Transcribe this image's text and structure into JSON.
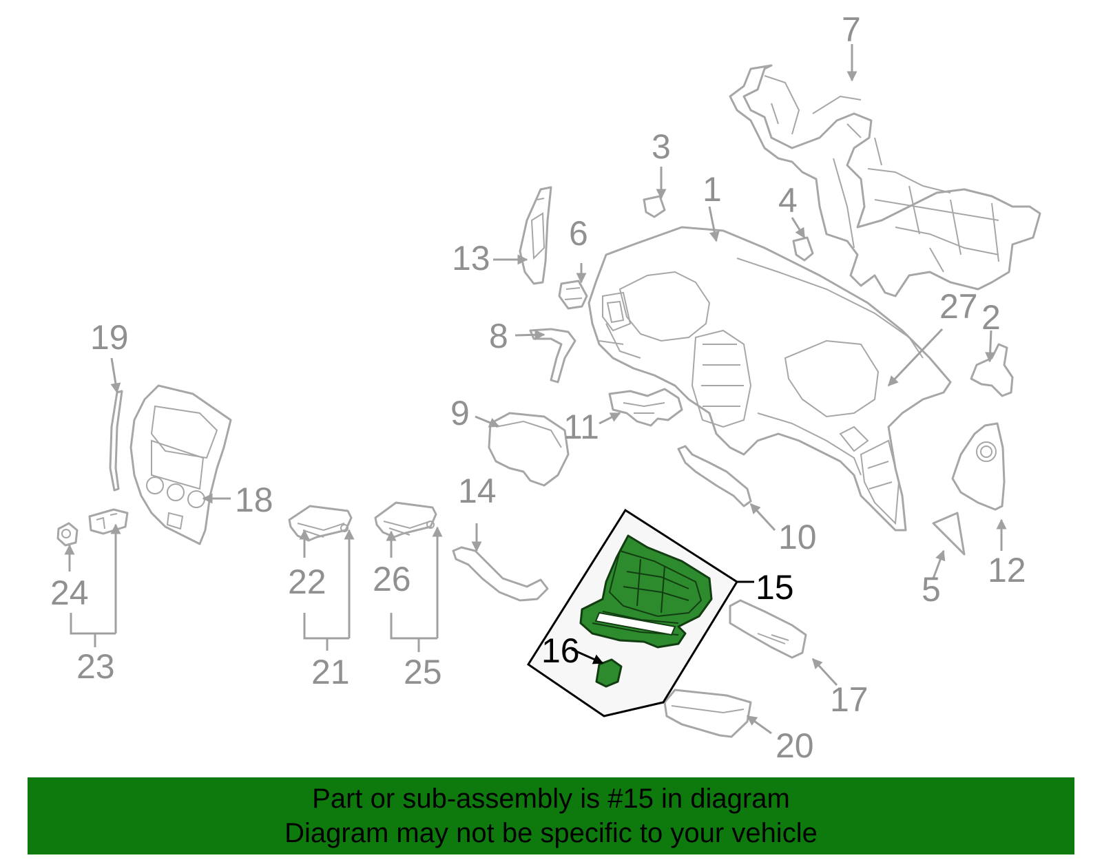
{
  "callouts": [
    {
      "id": "c1",
      "text": "1",
      "highlight": false
    },
    {
      "id": "c2",
      "text": "2",
      "highlight": false
    },
    {
      "id": "c3",
      "text": "3",
      "highlight": false
    },
    {
      "id": "c4",
      "text": "4",
      "highlight": false
    },
    {
      "id": "c5",
      "text": "5",
      "highlight": false
    },
    {
      "id": "c6",
      "text": "6",
      "highlight": false
    },
    {
      "id": "c7",
      "text": "7",
      "highlight": false
    },
    {
      "id": "c8",
      "text": "8",
      "highlight": false
    },
    {
      "id": "c9",
      "text": "9",
      "highlight": false
    },
    {
      "id": "c10",
      "text": "10",
      "highlight": false
    },
    {
      "id": "c11",
      "text": "11",
      "highlight": false
    },
    {
      "id": "c12",
      "text": "12",
      "highlight": false
    },
    {
      "id": "c13",
      "text": "13",
      "highlight": false
    },
    {
      "id": "c14",
      "text": "14",
      "highlight": false
    },
    {
      "id": "c15",
      "text": "15",
      "highlight": true
    },
    {
      "id": "c16",
      "text": "16",
      "highlight": true
    },
    {
      "id": "c17",
      "text": "17",
      "highlight": false
    },
    {
      "id": "c18",
      "text": "18",
      "highlight": false
    },
    {
      "id": "c19",
      "text": "19",
      "highlight": false
    },
    {
      "id": "c20",
      "text": "20",
      "highlight": false
    },
    {
      "id": "c21",
      "text": "21",
      "highlight": false
    },
    {
      "id": "c22",
      "text": "22",
      "highlight": false
    },
    {
      "id": "c23",
      "text": "23",
      "highlight": false
    },
    {
      "id": "c24",
      "text": "24",
      "highlight": false
    },
    {
      "id": "c25",
      "text": "25",
      "highlight": false
    },
    {
      "id": "c26",
      "text": "26",
      "highlight": false
    },
    {
      "id": "c27",
      "text": "27",
      "highlight": false
    }
  ],
  "banner": {
    "line1": "Part or sub-assembly is #15 in diagram",
    "line2": "Diagram may not be specific to your vehicle"
  },
  "colors": {
    "highlight_fill": "#2d8a2d",
    "banner_bg": "#0e7a0e",
    "part_stroke": "#a6a6a6",
    "label_gray": "#909090"
  }
}
